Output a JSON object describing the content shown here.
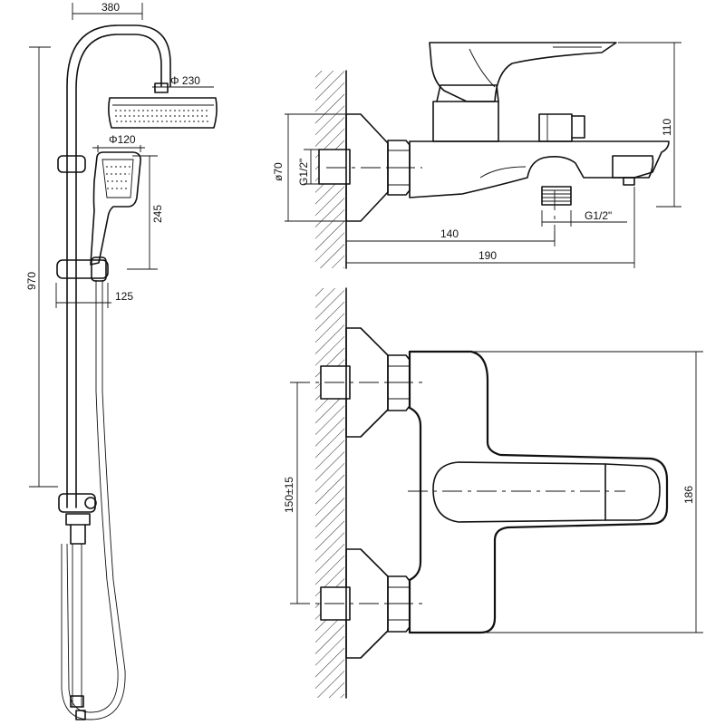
{
  "drawing_title": "Shower system and bath mixer dimension drawing",
  "shower": {
    "width_380": "380",
    "head_dia": "Φ 230",
    "hand_dia": "Φ120",
    "hand_245": "245",
    "height_970": "970",
    "slider_125": "125"
  },
  "mixer_side": {
    "flange_dia": "ø70",
    "inlet_thread": "G1/2\"",
    "height_110": "110",
    "outlet_thread": "G1/2\"",
    "depth_140": "140",
    "depth_190": "190"
  },
  "mixer_top": {
    "centers": "150±15",
    "width_186": "186"
  }
}
